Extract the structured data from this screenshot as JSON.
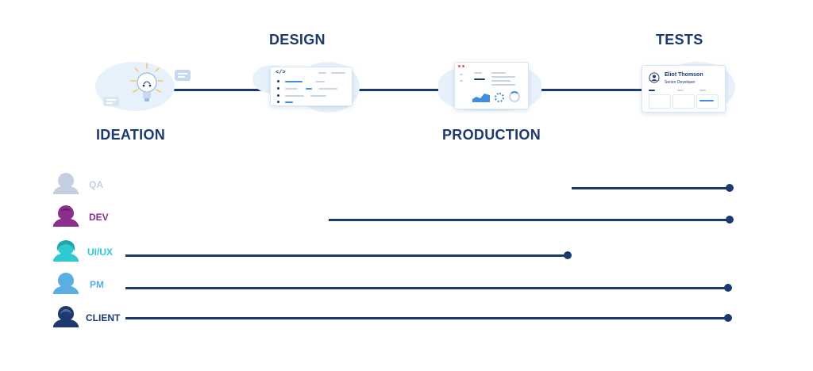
{
  "stages": {
    "ideation": "IDEATION",
    "design": "DESIGN",
    "production": "PRODUCTION",
    "tests": "TESTS"
  },
  "tests_card": {
    "name": "Eliot Thomson",
    "title": "Senior Developer"
  },
  "design_card": {
    "code_symbol": "</>"
  },
  "roles": [
    {
      "label": "QA",
      "color": "#c5cfe2"
    },
    {
      "label": "DEV",
      "color": "#8a2f8d"
    },
    {
      "label": "UI/UX",
      "color": "#2ecad0"
    },
    {
      "label": "PM",
      "color": "#5aaee0"
    },
    {
      "label": "CLIENT",
      "color": "#1c3a6e"
    }
  ],
  "colors": {
    "timeline": "#1c3a6e",
    "stage_text": "#1c3a6e",
    "bubble": "#e3eef9"
  }
}
